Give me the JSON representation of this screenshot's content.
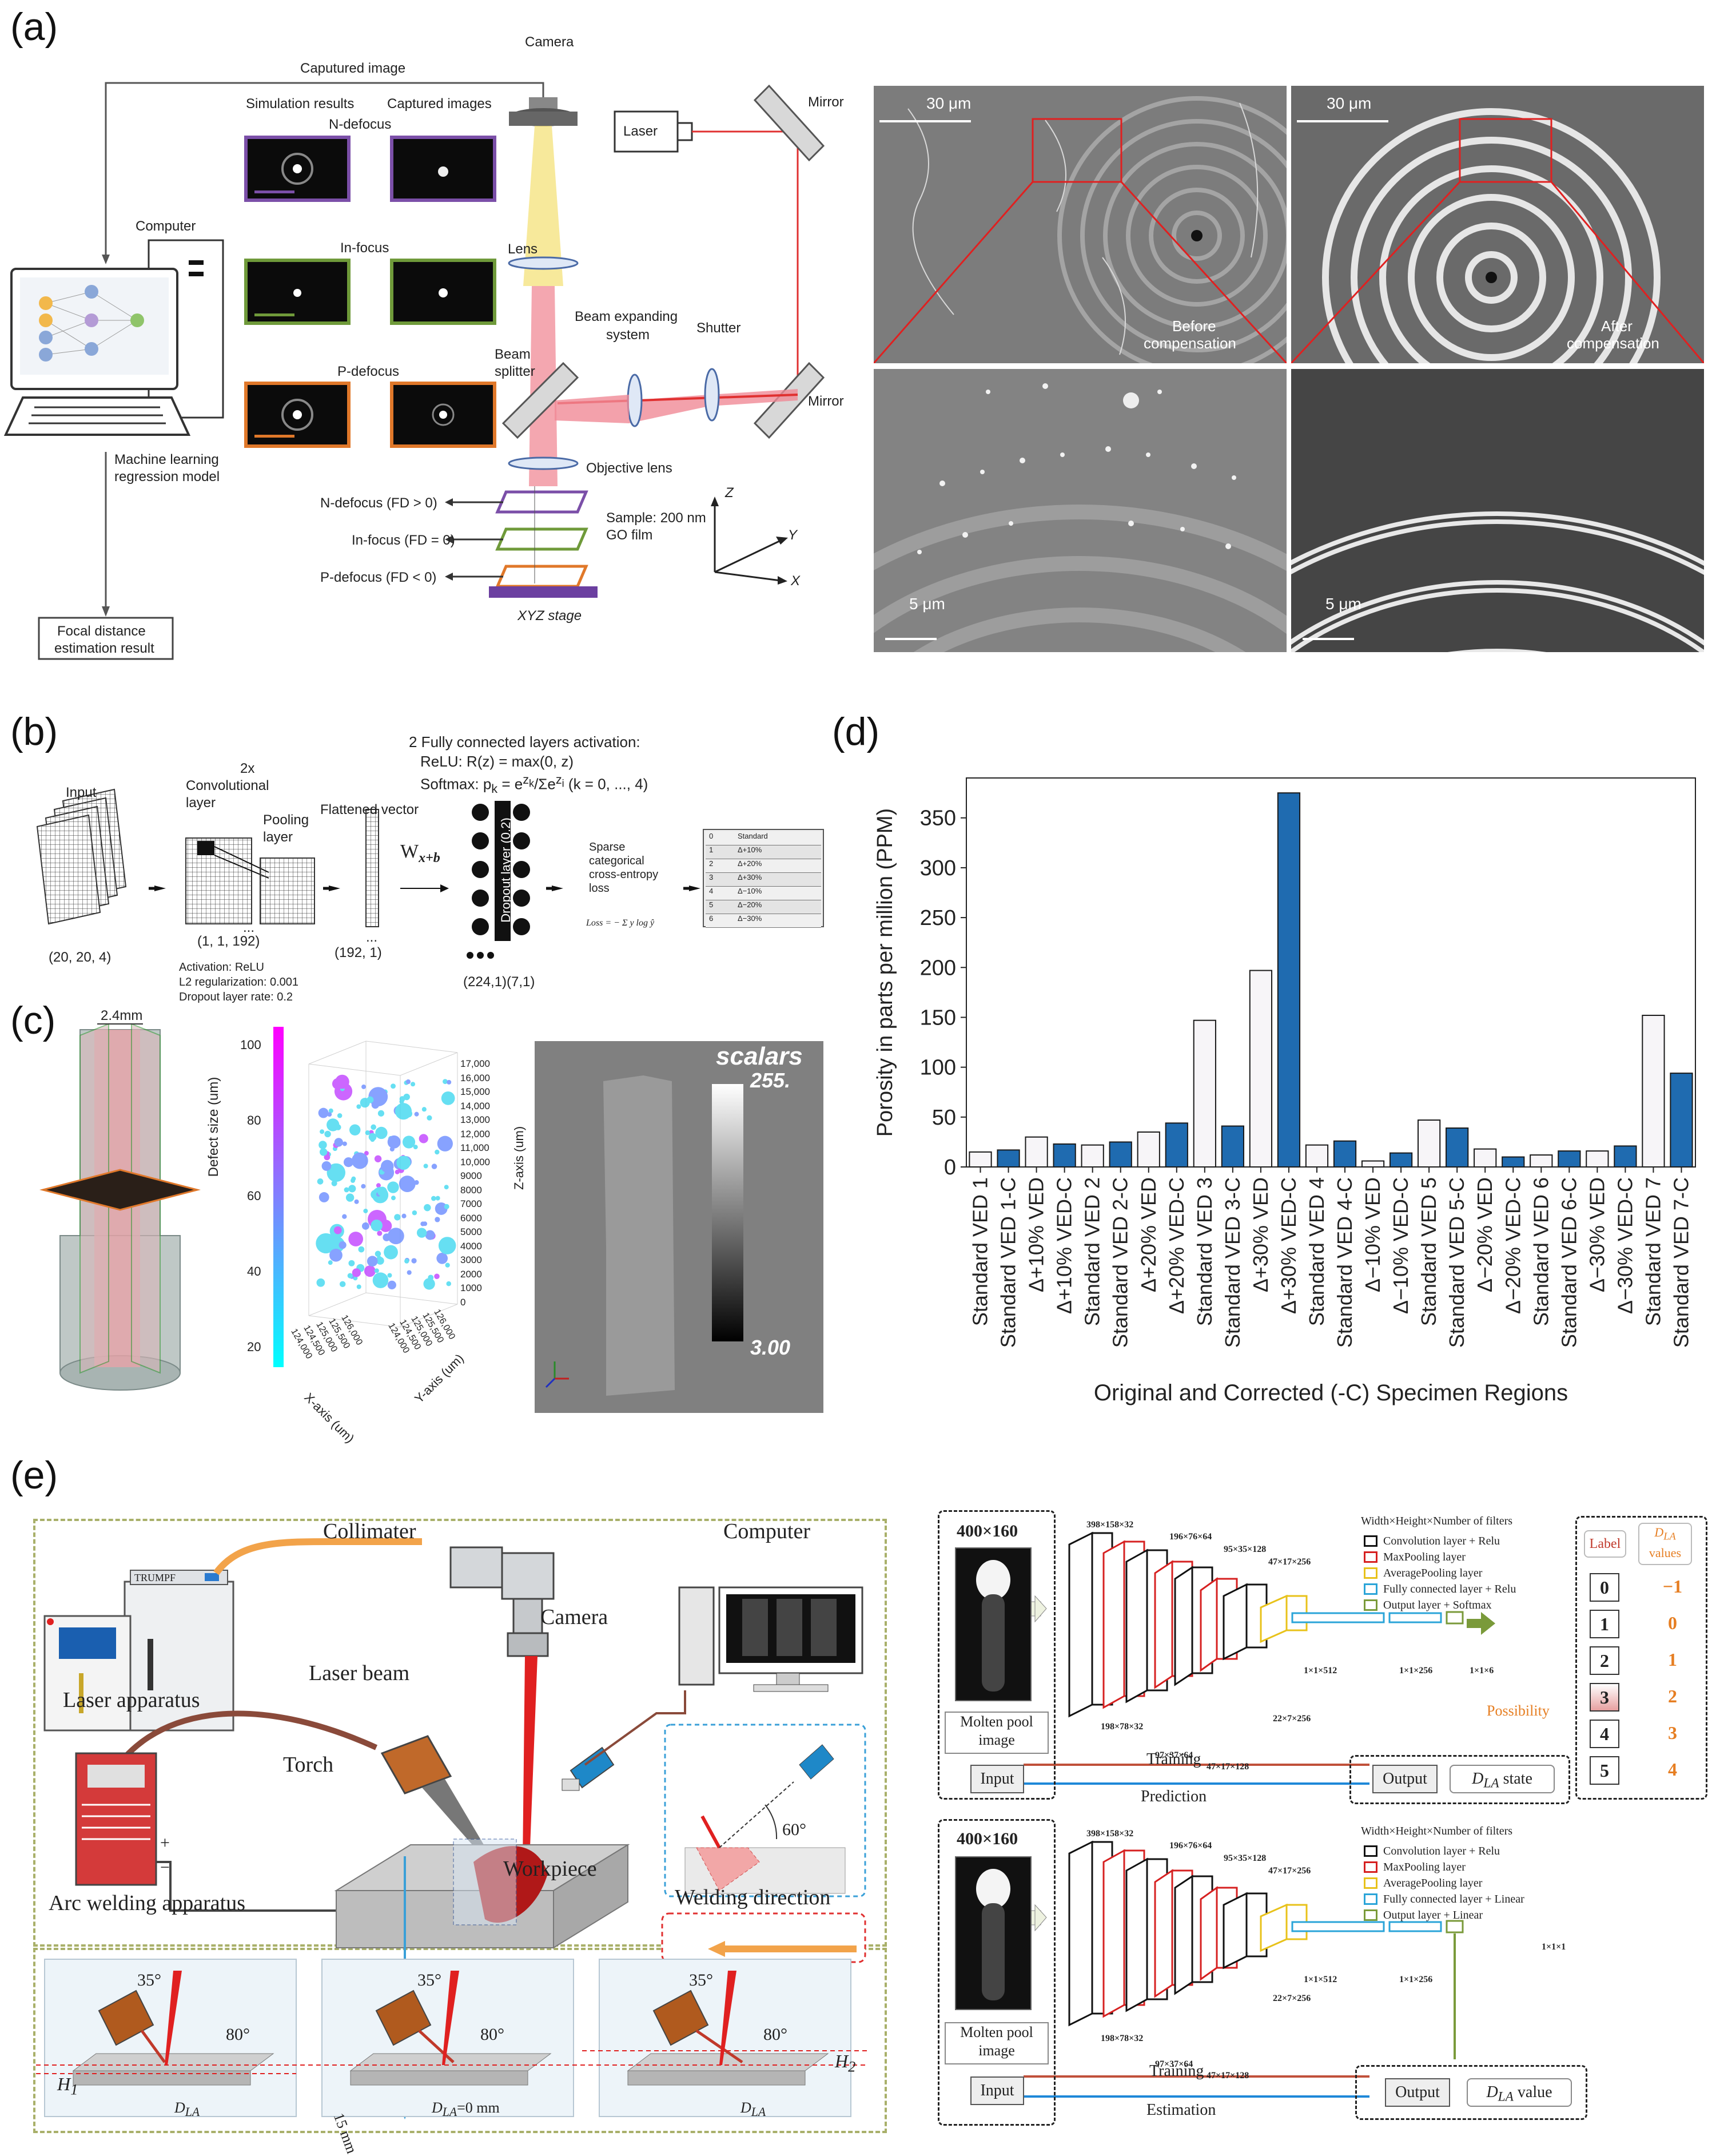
{
  "panel_labels": {
    "a": "(a)",
    "b": "(b)",
    "c": "(c)",
    "d": "(d)",
    "e": "(e)"
  },
  "a": {
    "camera": "Camera",
    "captured_image": "Caputured image",
    "simulation_results": "Simulation results",
    "captured_images": "Captured images",
    "n_defocus": "N-defocus",
    "in_focus": "In-focus",
    "p_defocus": "P-defocus",
    "computer": "Computer",
    "laser": "Laser",
    "mirror": "Mirror",
    "lens": "Lens",
    "beam_expanding": "Beam expanding",
    "system": "system",
    "shutter": "Shutter",
    "beam": "Beam",
    "splitter": "splitter",
    "objective_lens": "Objective lens",
    "ml_model_1": "Machine learning",
    "ml_model_2": "regression model",
    "n_defocus_fd": "N-defocus (FD > 0)",
    "in_focus_fd": "In-focus (FD = 0)",
    "p_defocus_fd": "P-defocus (FD < 0)",
    "xyz_stage": "XYZ stage",
    "sample_1": "Sample: 200 nm",
    "sample_2": "GO film",
    "axis_z": "Z",
    "axis_y": "Y",
    "axis_x": "X",
    "result_1": "Focal distance",
    "result_2": "estimation result",
    "sem_scale_30": "30 μm",
    "sem_scale_5": "5 μm",
    "before_1": "Before",
    "before_2": "compensation",
    "after_1": "After",
    "after_2": "compensation"
  },
  "b": {
    "input": "Input",
    "input_dims": "(20, 20, 4)",
    "conv_1": "2x",
    "conv_2": "Convolutional",
    "conv_3": "layer",
    "pool_1": "Pooling",
    "pool_2": "layer",
    "pool_dims": "(1, 1, 192)",
    "ellipsis": "...",
    "flattened": "Flattened vector",
    "flat_dims": "(192, 1)",
    "wxb": "W",
    "wxb_sub": "x+b",
    "fc_title": "2 Fully connected layers activation:",
    "relu": "ReLU: R(z) = max(0, z)",
    "softmax": "Softmax: p",
    "softmax_tail": "(k = 0, ..., 4)",
    "dropout": "Dropout layer (0.2)",
    "fc_dims": "(224,1)(7,1)",
    "activation": "Activation: ReLU",
    "l2": "L2 regularization: 0.001",
    "dropout_rate": "Dropout layer rate: 0.2",
    "loss_1": "Sparse",
    "loss_2": "categorical",
    "loss_3": "cross-entropy",
    "loss_4": "loss",
    "loss_formula": "Loss = − Σ y log ŷ",
    "classes": [
      {
        "id": "0",
        "name": "Standard"
      },
      {
        "id": "1",
        "name": "Δ+10%"
      },
      {
        "id": "2",
        "name": "Δ+20%"
      },
      {
        "id": "3",
        "name": "Δ+30%"
      },
      {
        "id": "4",
        "name": "Δ−10%"
      },
      {
        "id": "5",
        "name": "Δ−20%"
      },
      {
        "id": "6",
        "name": "Δ−30%"
      }
    ]
  },
  "c": {
    "dim": "2.4mm",
    "colorbar_label": "Defect size (um)",
    "colorbar_ticks": [
      "100",
      "80",
      "60",
      "40",
      "20"
    ],
    "z_label": "Z-axis (um)",
    "z_ticks": [
      "17,000",
      "16,000",
      "15,000",
      "14,000",
      "13,000",
      "12,000",
      "11,000",
      "10,000",
      "9000",
      "8000",
      "7000",
      "6000",
      "5000",
      "4000",
      "3000",
      "2000",
      "1000",
      "0"
    ],
    "x_label": "X-axis (um)",
    "x_ticks": [
      "124,000",
      "124,500",
      "125,000",
      "125,500",
      "126,000"
    ],
    "y_label": "Y-axis (um)",
    "y_ticks": [
      "124,000",
      "124,500",
      "125,000",
      "125,500",
      "126,000"
    ],
    "scalars": "scalars",
    "scalar_max": "255.",
    "scalar_min": "3.00"
  },
  "chart_data": {
    "type": "bar",
    "title": "",
    "xlabel": "Original and Corrected (-C) Specimen Regions",
    "ylabel": "Porosity in parts per million (PPM)",
    "ylim": [
      0,
      390
    ],
    "yticks": [
      0,
      50,
      100,
      150,
      200,
      250,
      300,
      350
    ],
    "grid": false,
    "categories": [
      "Standard VED 1",
      "Standard VED 1-C",
      "Δ+10% VED",
      "Δ+10% VED-C",
      "Standard VED 2",
      "Standard VED 2-C",
      "Δ+20% VED",
      "Δ+20% VED-C",
      "Standard VED 3",
      "Standard VED 3-C",
      "Δ+30% VED",
      "Δ+30% VED-C",
      "Standard VED 4",
      "Standard VED 4-C",
      "Δ−10% VED",
      "Δ−10% VED-C",
      "Standard VED 5",
      "Standard VED 5-C",
      "Δ−20% VED",
      "Δ−20% VED-C",
      "Standard VED 6",
      "Standard VED 6-C",
      "Δ−30% VED",
      "Δ−30% VED-C",
      "Standard VED 7",
      "Standard VED 7-C"
    ],
    "values": [
      15,
      17,
      30,
      23,
      22,
      25,
      35,
      44,
      147,
      41,
      197,
      375,
      22,
      26,
      6,
      14,
      47,
      39,
      18,
      10,
      12,
      16,
      16,
      21,
      152,
      94
    ],
    "colors": {
      "original": "#f7f5f8",
      "corrected": "#1f6bb0",
      "edge": "#1a1a1a"
    }
  },
  "e": {
    "collimater": "Collimater",
    "computer": "Computer",
    "laser_apparatus": "Laser apparatus",
    "camera": "Camera",
    "laser_beam": "Laser beam",
    "torch": "Torch",
    "workpiece": "Workpiece",
    "arc_welding": "Arc welding apparatus",
    "welding_direction": "Welding direction",
    "angle_60": "60°",
    "trumpf": "TRUMPF",
    "plus": "+",
    "minus": "−",
    "angle_35": "35°",
    "angle_80": "80°",
    "h1": "H",
    "h1_sub": "1",
    "h2": "H",
    "h2_sub": "2",
    "dla": "D",
    "dla_sub": "LA",
    "dla_zero": "=0 mm",
    "mm15": "15 mm",
    "img_dims": "400×160",
    "molten_1": "Molten pool",
    "molten_2": "image",
    "input": "Input",
    "output": "Output",
    "training": "Training",
    "prediction": "Prediction",
    "estimation": "Estimation",
    "dla_state": "state",
    "dla_value": "value",
    "legend_title": "Width×Height×Number of filters",
    "legend_top": [
      "Convolution layer + Relu",
      "MaxPooling layer",
      "AveragePooling layer",
      "Fully connected layer + Relu",
      "Output layer + Softmax"
    ],
    "legend_bottom": [
      "Convolution layer + Relu",
      "MaxPooling layer",
      "AveragePooling layer",
      "Fully connected layer + Linear",
      "Output layer + Linear"
    ],
    "legend_colors": [
      "#111111",
      "#d62020",
      "#e8c21a",
      "#2aa4d8",
      "#7a9a3a"
    ],
    "dims": {
      "d1": "398×158×32",
      "d2": "196×76×64",
      "d3": "95×35×128",
      "d4": "47×17×256",
      "d5": "198×78×32",
      "d6": "97×37×64",
      "d7": "47×17×128",
      "d8": "22×7×256",
      "d9": "1×1×512",
      "d10": "1×1×256",
      "d11": "1×1×6",
      "d12": "1×1×1"
    },
    "label_head": "Label",
    "values_head_1": "D",
    "values_head_sub": "LA",
    "values_head_2": "values",
    "labels": [
      "0",
      "1",
      "2",
      "3",
      "4",
      "5"
    ],
    "values": [
      "−1",
      "0",
      "1",
      "2",
      "3",
      "4"
    ],
    "possibility": "Possibility"
  }
}
